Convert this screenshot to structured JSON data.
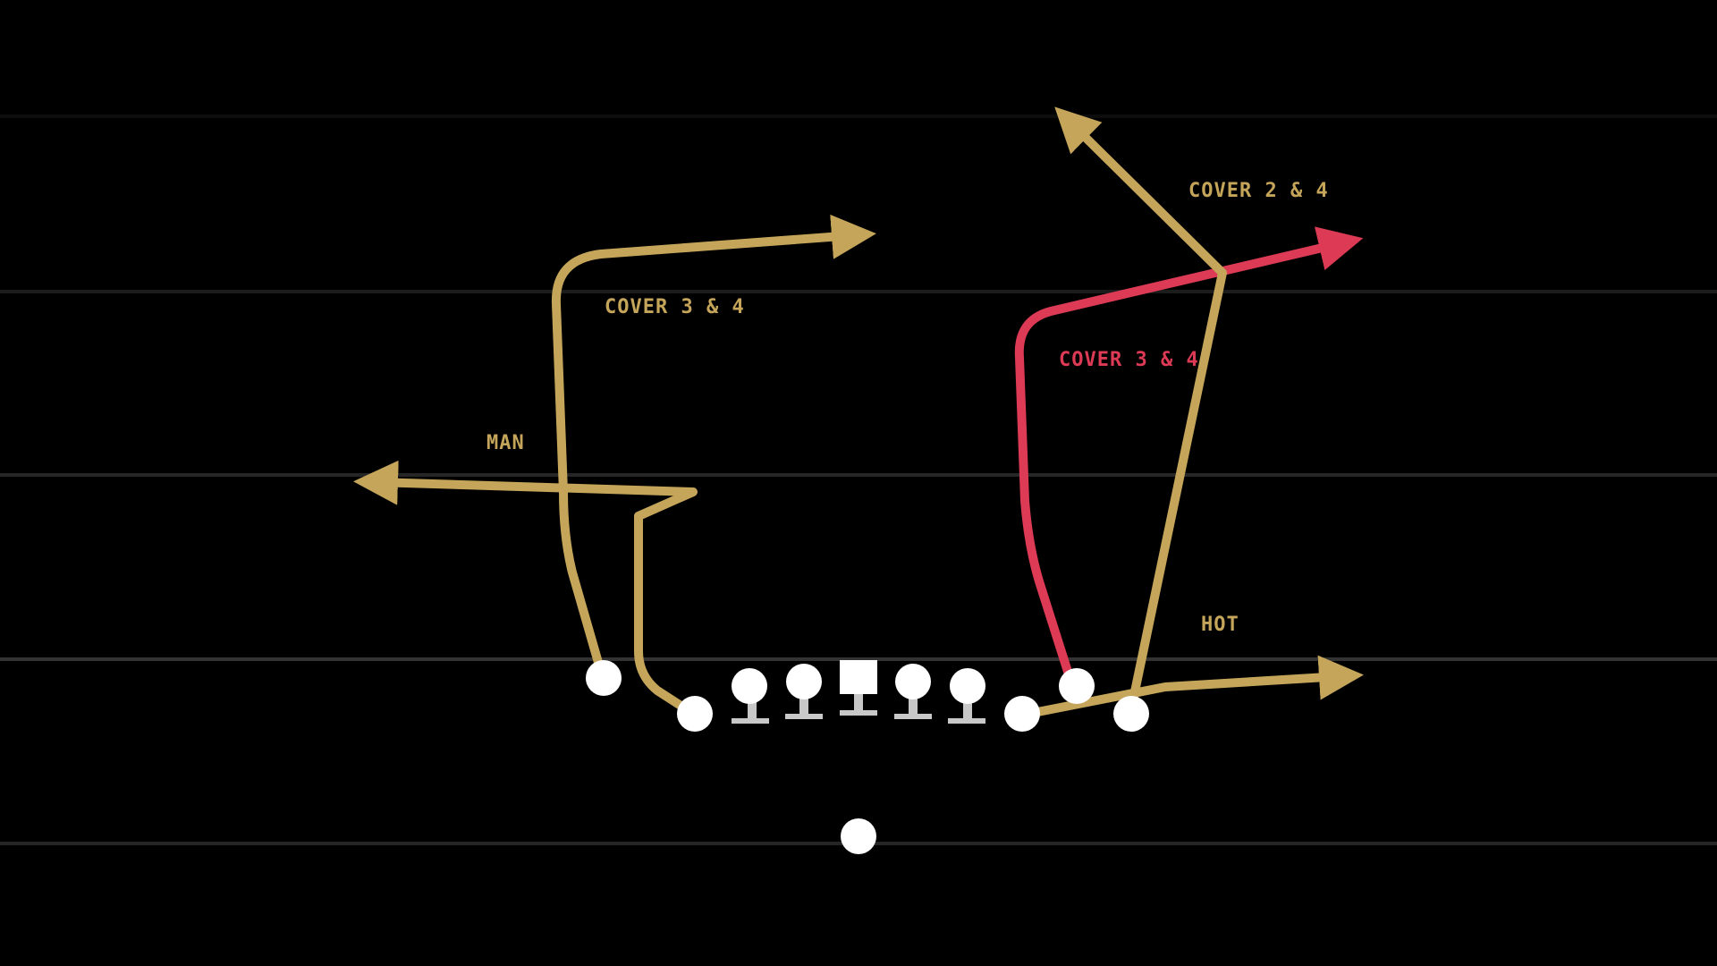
{
  "colors": {
    "background": "#000000",
    "yard_line": "#2a2a2a",
    "route_gold": "#c4a55a",
    "route_red": "#dc3a55",
    "player": "#ffffff",
    "lineman_stand": "#c8c8c8"
  },
  "labels": {
    "man": "MAN",
    "cover34_left": "COVER 3 & 4",
    "cover24": "COVER 2 & 4",
    "cover34_right": "COVER 3 & 4",
    "hot": "HOT"
  }
}
